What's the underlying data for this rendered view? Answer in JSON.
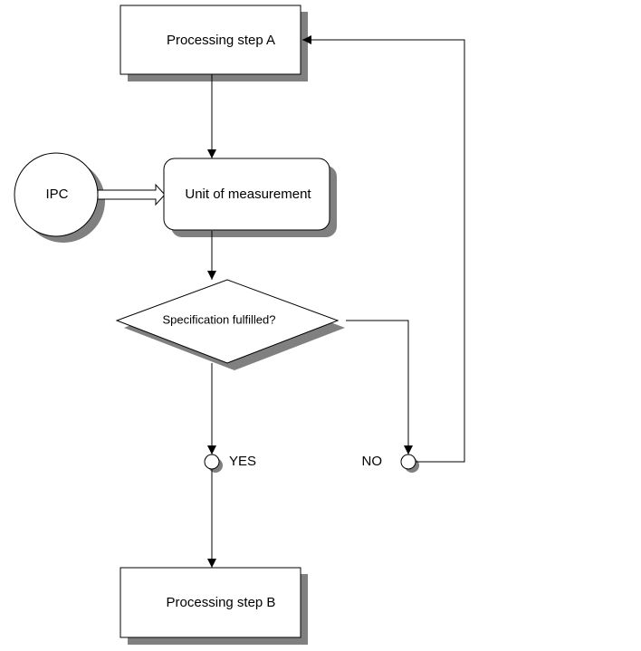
{
  "diagram": {
    "colors": {
      "stroke": "#000000",
      "fill": "#ffffff",
      "shadow": "#808080",
      "background": "#ffffff"
    },
    "nodes": {
      "step_a": {
        "label": "Processing step A"
      },
      "ipc": {
        "label": "IPC"
      },
      "measurement": {
        "label": "Unit of measurement"
      },
      "decision": {
        "label": "Specification fulfilled?"
      },
      "yes": {
        "label": "YES"
      },
      "no": {
        "label": "NO"
      },
      "step_b": {
        "label": "Processing step B"
      }
    }
  }
}
